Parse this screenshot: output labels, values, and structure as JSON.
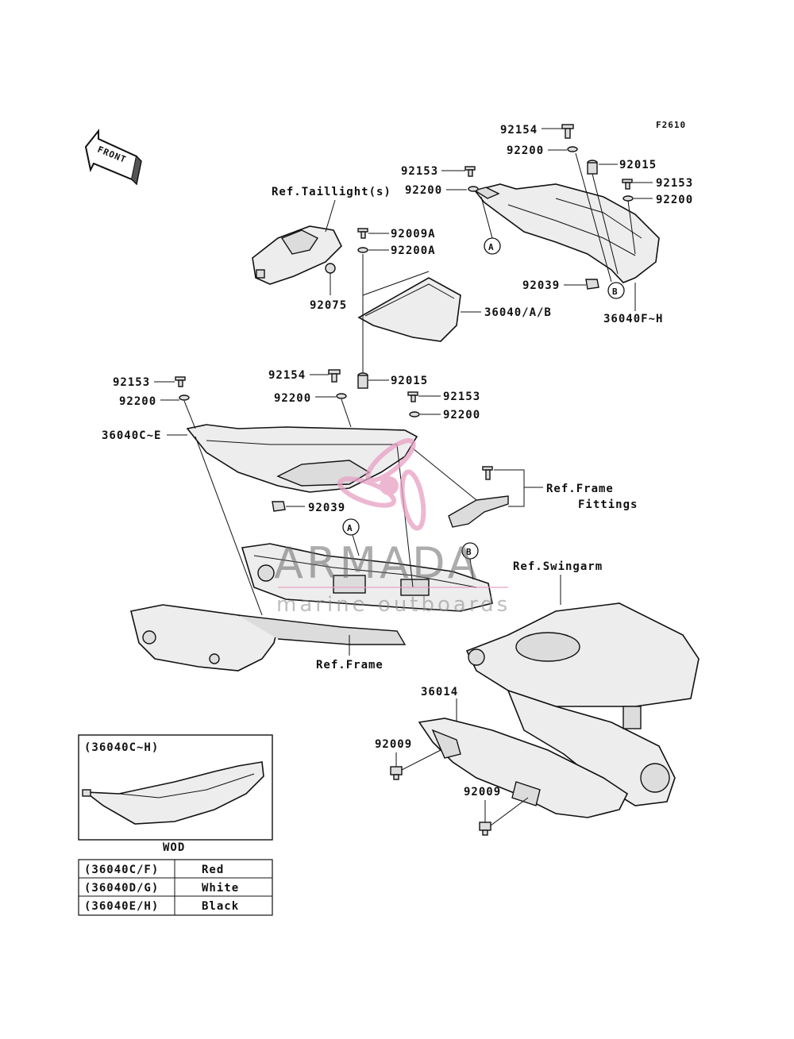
{
  "figure_code": "F2610",
  "front_label": "FRONT",
  "parts": {
    "p92154_top": "92154",
    "p92200_top": "92200",
    "p92015_top": "92015",
    "p92153_r": "92153",
    "p92200_r": "92200",
    "p92153_m": "92153",
    "p92200_m": "92200",
    "ref_taillight": "Ref.Taillight(s)",
    "p92009A": "92009A",
    "p92200A": "92200A",
    "p92075": "92075",
    "p36040AB": "36040/A/B",
    "p92039_r": "92039",
    "p36040FH": "36040F~H",
    "p92153_l": "92153",
    "p92200_l": "92200",
    "p92154_c": "92154",
    "p92015_c": "92015",
    "p92200_c": "92200",
    "p92153_c2": "92153",
    "p92200_c2": "92200",
    "p36040CE": "36040C~E",
    "p92039_l": "92039",
    "ref_frame_fittings_1": "Ref.Frame",
    "ref_frame_fittings_2": "Fittings",
    "ref_swingarm": "Ref.Swingarm",
    "ref_frame": "Ref.Frame",
    "p36014": "36014",
    "p92009_a": "92009",
    "p92009_b": "92009",
    "callout_a": "A",
    "callout_b": "B"
  },
  "inset": {
    "title": "(36040C~H)",
    "caption": "WOD"
  },
  "color_table": [
    {
      "code": "(36040C/F)",
      "color": "Red"
    },
    {
      "code": "(36040D/G)",
      "color": "White"
    },
    {
      "code": "(36040E/H)",
      "color": "Black"
    }
  ],
  "watermark": {
    "brand": "ARMADA",
    "tagline": "marine outboards",
    "accent_color": "#e8a0c4"
  }
}
